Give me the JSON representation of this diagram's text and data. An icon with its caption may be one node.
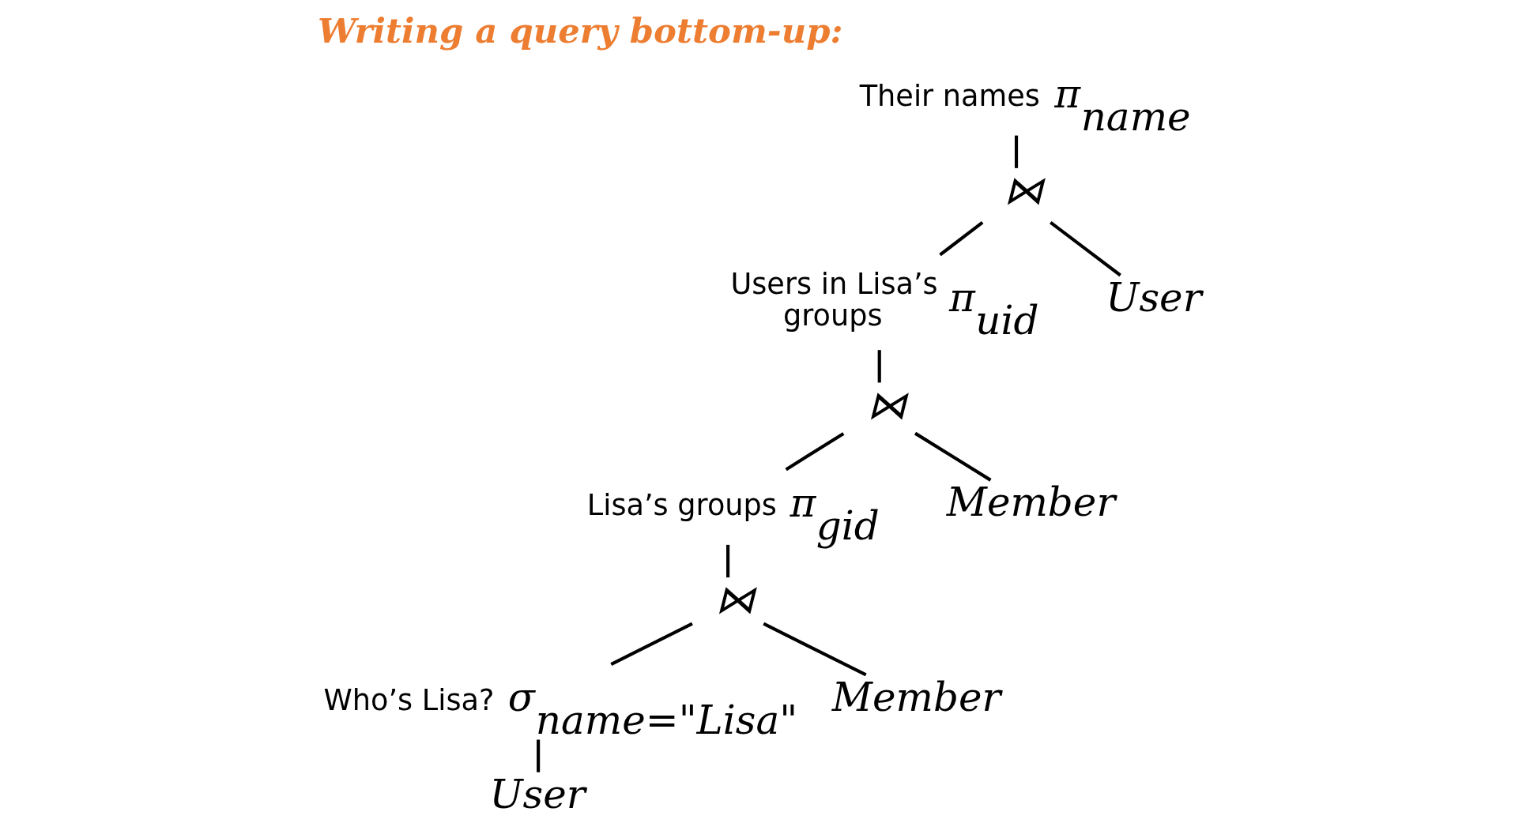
{
  "diagram": {
    "title": "Writing a query bottom-up:",
    "nodes": [
      {
        "text": [
          "π$_{name}$"
        ],
        "beside": [
          "Their names"
        ]
      },
      {
        "text": [
          "⋈"
        ]
      },
      {
        "text": [
          "π$_{uid}$"
        ],
        "beside": [
          "Users in Lisa’s groups"
        ]
      },
      {
        "text": [
          "User"
        ]
      },
      {
        "text": [
          "⋈"
        ]
      },
      {
        "text": [
          "π$_{gid}$"
        ],
        "beside": [
          "Lisa’s groups"
        ]
      },
      {
        "text": [
          "Member"
        ]
      },
      {
        "text": [
          "⋈"
        ]
      },
      {
        "text": [
          "σ$_{name=\"Lisa\"}$"
        ],
        "beside": [
          "Who’s Lisa?"
        ]
      },
      {
        "text": [
          "Member"
        ]
      },
      {
        "text": [
          "User"
        ]
      }
    ],
    "edges": [
      {
        "from": 0,
        "to": 1,
        "arrow": "none"
      },
      {
        "from": 1,
        "to": 2,
        "arrow": "none"
      },
      {
        "from": 1,
        "to": 3,
        "arrow": "none"
      },
      {
        "from": 2,
        "to": 4,
        "arrow": "none"
      },
      {
        "from": 4,
        "to": 5,
        "arrow": "none"
      },
      {
        "from": 4,
        "to": 6,
        "arrow": "none"
      },
      {
        "from": 5,
        "to": 7,
        "arrow": "none"
      },
      {
        "from": 7,
        "to": 8,
        "arrow": "none"
      },
      {
        "from": 7,
        "to": 9,
        "arrow": "none"
      },
      {
        "from": 8,
        "to": 10,
        "arrow": "none"
      }
    ]
  }
}
